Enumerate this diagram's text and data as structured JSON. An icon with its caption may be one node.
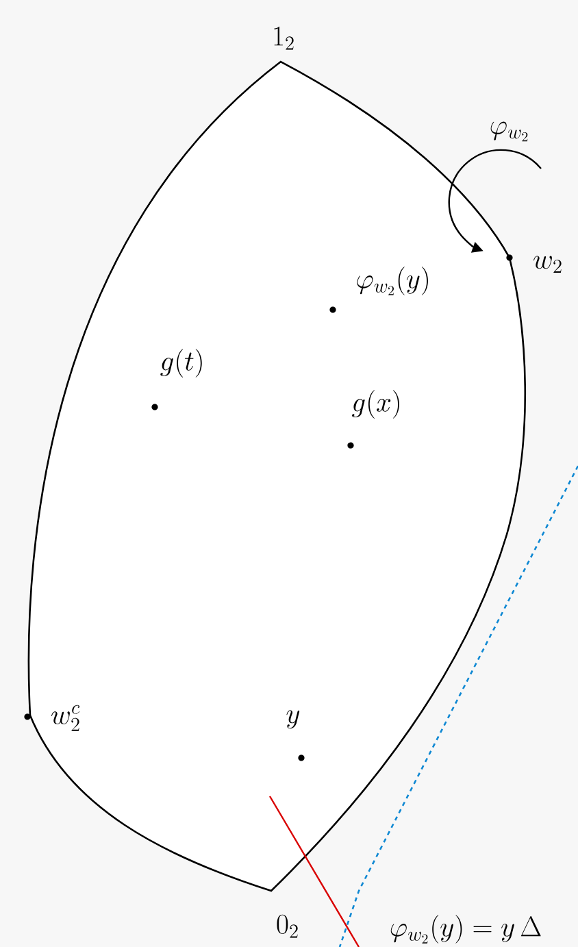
{
  "diagram": {
    "labels": [
      "1_2",
      "\\varphi_{w_2}",
      "w_2",
      "\\varphi_{w_2}(y)",
      "g(t)",
      "g(x)",
      "w_2^c",
      "y",
      "0_2",
      "\\varphi_{w_2}(y)=y\\,\\Delta"
    ]
  }
}
